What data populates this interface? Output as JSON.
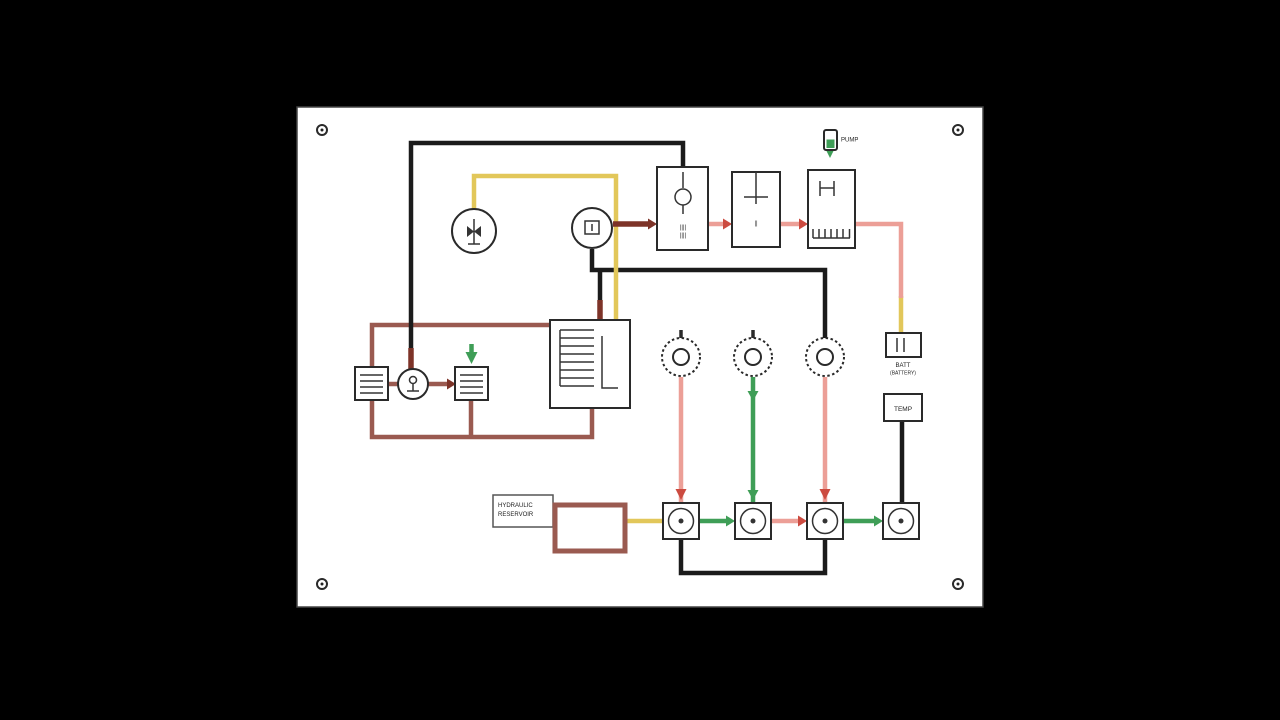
{
  "diagram": {
    "type": "schematic",
    "panel": {
      "background": "#ffffff",
      "outer_background": "#000000"
    },
    "labels": {
      "pump": "PUMP",
      "battery": "BATT",
      "battery_sub": "(BATTERY)",
      "temp": "TEMP",
      "reservoir_line1": "HYDRAULIC",
      "reservoir_line2": "RESERVOIR",
      "c1_marks_row1": "||||",
      "c1_marks_row2": "||||",
      "c2_marks": "||"
    },
    "colors": {
      "wire_black": "#1b1b1b",
      "wire_yellow": "#e2c75a",
      "wire_maroon": "#9a5a50",
      "wire_pink": "#ec9f97",
      "wire_green": "#3f9e57",
      "wire_dark_red": "#7d3328",
      "arrow_red": "#cc4b40",
      "component_stroke": "#2a2a2a"
    },
    "components": [
      "pressure-gauge",
      "dial-gauge",
      "relief-valve-unit",
      "control-valve-unit",
      "cooler-unit",
      "heat-exchanger-left",
      "circulation-pump",
      "heat-exchanger-right",
      "filter-block",
      "motor-1",
      "motor-2",
      "motor-3",
      "battery-box",
      "temp-box",
      "reservoir-tank",
      "reservoir-label",
      "fan-unit-1",
      "fan-unit-2",
      "fan-unit-3",
      "fan-unit-4",
      "pump-icon"
    ]
  }
}
